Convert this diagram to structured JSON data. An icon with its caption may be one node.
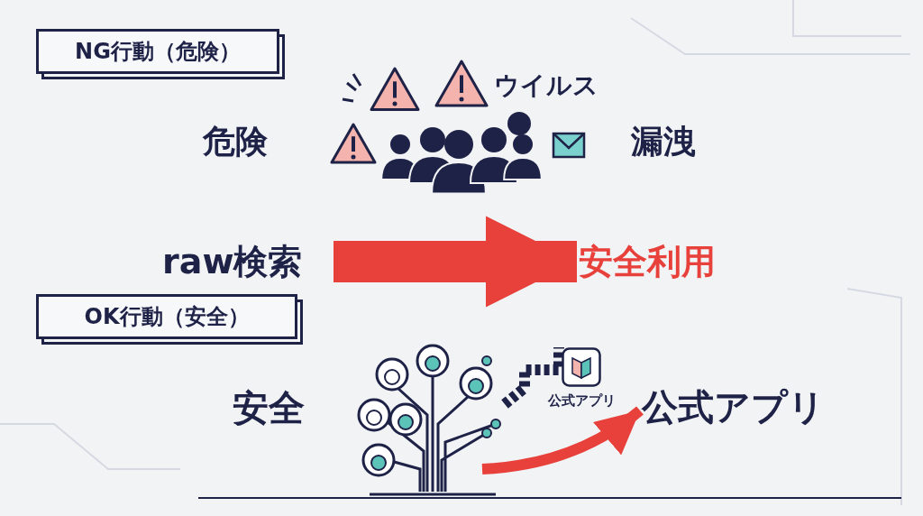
{
  "diagram": {
    "nodes": [
      {
        "text": [
          "NG行動（危険）"
        ]
      },
      {
        "text": [
          "OK行動（安全）"
        ]
      },
      {
        "text": [
          "raw検索"
        ]
      },
      {
        "text": [
          "安全利用"
        ]
      },
      {
        "text": [],
        "shape": "picture"
      },
      {
        "text": [
          "公式アプリ"
        ]
      },
      {
        "text": [
          "公式アプリ"
        ]
      }
    ],
    "edges": [
      {
        "from": 2,
        "to": 3,
        "arrow": "to",
        "style": "thick",
        "color": "#e8413c"
      },
      {
        "from": 4,
        "to": 5,
        "arrow": "none",
        "style": "dashed",
        "color": "#1e2247"
      },
      {
        "from": 4,
        "to": 6,
        "arrow": "to",
        "color": "#e8413c"
      }
    ],
    "labels": [
      "危険",
      "ウイルス",
      "漏洩",
      "安全"
    ]
  }
}
